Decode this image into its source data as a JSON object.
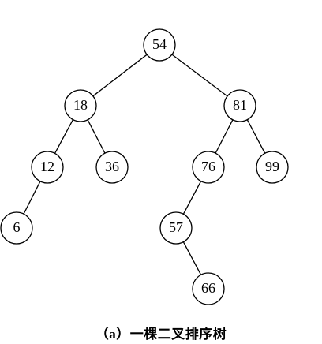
{
  "caption": "（a）一棵二叉排序树",
  "colors": {
    "stroke": "#000000",
    "node_fill": "#ffffff",
    "text": "#000000"
  },
  "tree": {
    "nodes": [
      {
        "id": "n54",
        "label": "54"
      },
      {
        "id": "n18",
        "label": "18"
      },
      {
        "id": "n81",
        "label": "81"
      },
      {
        "id": "n12",
        "label": "12"
      },
      {
        "id": "n36",
        "label": "36"
      },
      {
        "id": "n76",
        "label": "76"
      },
      {
        "id": "n99",
        "label": "99"
      },
      {
        "id": "n6",
        "label": "6"
      },
      {
        "id": "n57",
        "label": "57"
      },
      {
        "id": "n66",
        "label": "66"
      }
    ],
    "edges": [
      {
        "from": "n54",
        "to": "n18"
      },
      {
        "from": "n54",
        "to": "n81"
      },
      {
        "from": "n18",
        "to": "n12"
      },
      {
        "from": "n18",
        "to": "n36"
      },
      {
        "from": "n81",
        "to": "n76"
      },
      {
        "from": "n81",
        "to": "n99"
      },
      {
        "from": "n12",
        "to": "n6"
      },
      {
        "from": "n76",
        "to": "n57"
      },
      {
        "from": "n57",
        "to": "n66"
      }
    ]
  }
}
